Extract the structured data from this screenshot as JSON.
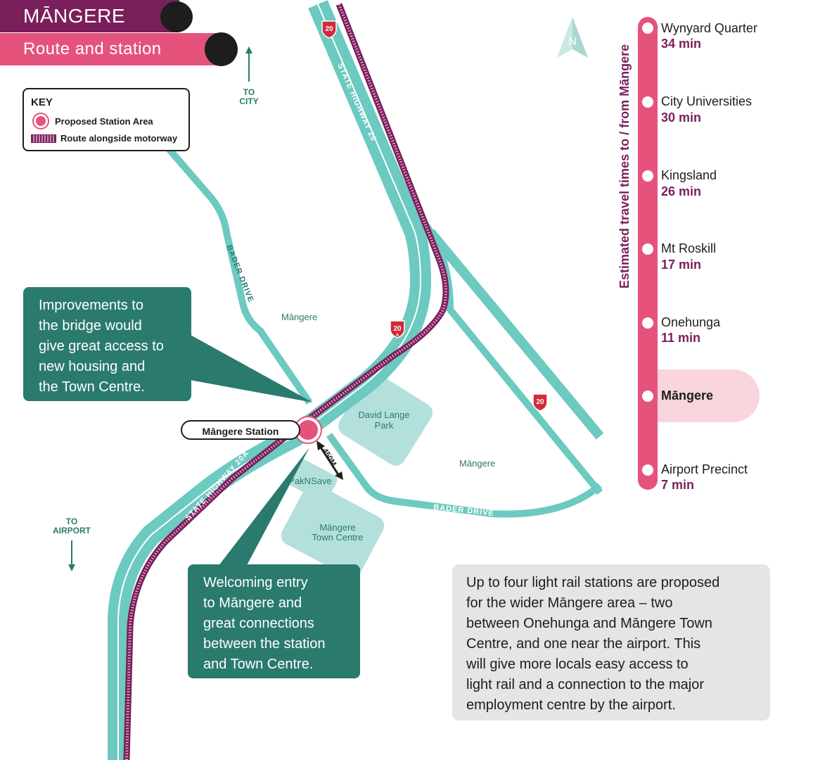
{
  "header": {
    "title": "MĀNGERE",
    "subtitle": "Route and station"
  },
  "key": {
    "title": "KEY",
    "station_label": "Proposed Station Area",
    "route_label": "Route alongside motorway"
  },
  "directions": {
    "to_city": [
      "TO",
      "CITY"
    ],
    "to_airport": [
      "TO",
      "AIRPORT"
    ],
    "north": "N"
  },
  "map_labels": {
    "bader_drive_1": "BADER DRIVE",
    "bader_drive_2": "BADER DRIVE",
    "state_highway_20": "STATE HIGHWAY 20",
    "state_highway_20a": "STATE HIGHWAY 20A",
    "mangere_1": "Māngere",
    "mangere_2": "Māngere",
    "david_lange_park": [
      "David Lange",
      "Park"
    ],
    "paknsave": "PakNSave",
    "town_centre": [
      "Māngere",
      "Town Centre"
    ],
    "distance": "450M",
    "shield_20": "20",
    "shield_20a": "20",
    "shield_20a_suffix": "A"
  },
  "station_label": "Māngere Station",
  "callouts": {
    "bridge": [
      "Improvements to",
      "the bridge would",
      "give great access to",
      "new housing and",
      "the Town Centre."
    ],
    "entry": [
      "Welcoming entry",
      "to Māngere and",
      "great connections",
      "between the station",
      "and Town Centre."
    ]
  },
  "info": [
    "Up to four light rail stations are proposed",
    "for the wider Māngere area – two",
    "between Onehunga and Māngere Town",
    "Centre, and one near the airport. This",
    "will give more locals easy access to",
    "light rail and a connection to the major",
    "employment centre by the airport."
  ],
  "timeline": {
    "axis_label": "Estimated travel times to / from Māngere",
    "stops": [
      {
        "name": "Wynyard Quarter",
        "time": "34 min"
      },
      {
        "name": "City Universities",
        "time": "30 min"
      },
      {
        "name": "Kingsland",
        "time": "26 min"
      },
      {
        "name": "Mt Roskill",
        "time": "17 min"
      },
      {
        "name": "Onehunga",
        "time": "11 min"
      },
      {
        "name": "Māngere",
        "time": ""
      },
      {
        "name": "Airport Precinct",
        "time": "7 min"
      }
    ]
  },
  "colors": {
    "road": "#6ccac0",
    "park": "#b4e0dc",
    "rail": "#7a1f5c",
    "station": "#e5537d",
    "callout": "#2a7a6e",
    "shield": "#d12b3a"
  }
}
